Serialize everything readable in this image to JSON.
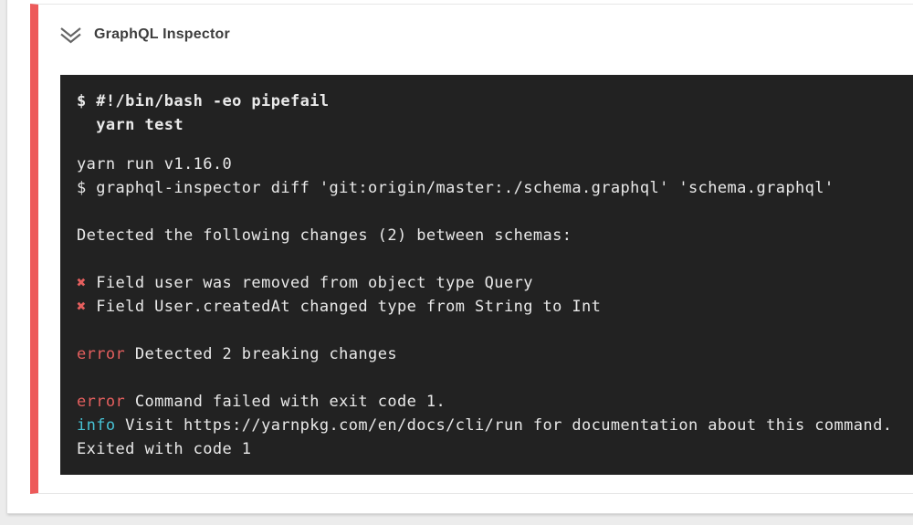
{
  "page": {
    "background_color": "#ececec"
  },
  "card": {
    "background_color": "#ffffff"
  },
  "step": {
    "title": "GraphQL Inspector",
    "accent_color": "#ed5a5a",
    "icon": "chevrons-down-icon",
    "icon_color": "#666666"
  },
  "terminal": {
    "background": "#222222",
    "text_color": "#e9e9e9",
    "colors": {
      "red": "#e45f5e",
      "cyan": "#47c2d5"
    },
    "command_lines": [
      "$ #!/bin/bash -eo pipefail",
      "  yarn test"
    ],
    "output_lines": [
      [
        {
          "t": "yarn run v1.16.0"
        }
      ],
      [
        {
          "t": "$ graphql-inspector diff 'git:origin/master:./schema.graphql' 'schema.graphql'"
        }
      ],
      [],
      [
        {
          "t": "Detected the following changes (2) between schemas:"
        }
      ],
      [],
      [
        {
          "t": "✖",
          "c": "red"
        },
        {
          "t": " Field user was removed from object type Query"
        }
      ],
      [
        {
          "t": "✖",
          "c": "red"
        },
        {
          "t": " Field User.createdAt changed type from String to Int"
        }
      ],
      [],
      [
        {
          "t": "error",
          "c": "red"
        },
        {
          "t": " Detected 2 breaking changes"
        }
      ],
      [],
      [
        {
          "t": "error",
          "c": "red"
        },
        {
          "t": " Command failed with exit code 1."
        }
      ],
      [
        {
          "t": "info",
          "c": "cyan"
        },
        {
          "t": " Visit https://yarnpkg.com/en/docs/cli/run for documentation about this command."
        }
      ],
      [
        {
          "t": "Exited with code 1"
        }
      ]
    ]
  }
}
